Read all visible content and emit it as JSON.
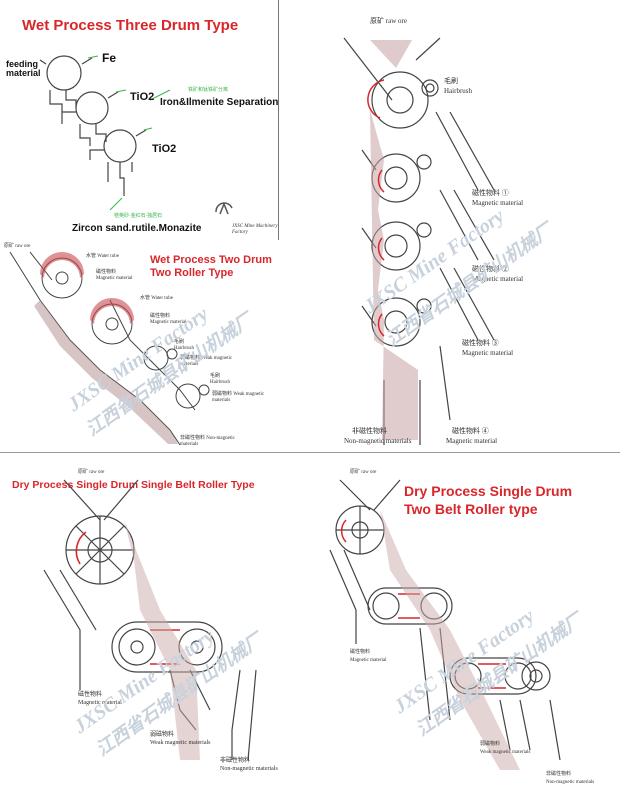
{
  "wet_three": {
    "title": "Wet Process Three Drum Type",
    "feeding": "feeding\nmaterial",
    "fe": "Fe",
    "tio2_a": "TiO2",
    "tio2_b": "TiO2",
    "iron_sep": "Iron&Ilmenite Separation",
    "zircon": "Zircon sand.rutile.Monazite",
    "logo_text": "JXSC Mine Machinery Factory"
  },
  "wet_two": {
    "title_l1": "Wet Process Two Drum",
    "title_l2": "Two Roller Type",
    "raw_ore": "原矿 raw ore",
    "water_tube": "水管 Water tube",
    "magnetic_material": "磁性物料 Magnetic material",
    "hairbrush": "毛刷 Hairbrush",
    "weak_magnetic": "弱磁物料 Weak magnetic materials",
    "non_magnetic": "非磁性物料 Non-magnetic materials"
  },
  "right_top": {
    "raw_ore": "原矿 raw ore",
    "hairbrush_cn": "毛刷",
    "hairbrush_en": "Hairbrush",
    "mag1_cn": "磁性物料 ①",
    "mag1_en": "Magnetic material",
    "mag2_cn": "磁性物料 ②",
    "mag2_en": "Magnetic material",
    "mag3_cn": "磁性物料 ③",
    "mag3_en": "Magnetic material",
    "mag4_cn": "磁性物料 ④",
    "nonmag_cn": "非磁性物料",
    "nonmag_en": "Non-magnetic materials",
    "mag4_en": "Magnetic material"
  },
  "dry_single": {
    "title": "Dry Process Single Drum Single Belt Roller Type",
    "raw_ore": "原矿 raw ore",
    "mag_cn": "磁性物料",
    "mag_en": "Magnetic material",
    "weak_cn": "弱磁物料",
    "weak_en": "Weak magnetic materials",
    "non_cn": "非磁性物料",
    "non_en": "Non-magnetic materials"
  },
  "dry_two": {
    "title_l1": "Dry Process Single Drum",
    "title_l2": "Two Belt Roller type",
    "raw_ore": "原矿 raw ore",
    "mag_cn": "磁性物料",
    "mag_en": "Magnetic material",
    "weak_cn": "弱磁物料",
    "weak_en": "Weak magnetic materials",
    "non_cn": "非磁性物料",
    "non_en": "Non-magnetic materials"
  },
  "watermarks": {
    "wm1": "JXSC Mine Factory",
    "wm2": "江西省石城县矿山机械厂"
  },
  "colors": {
    "red": "#d9262b",
    "green": "#39b54a",
    "line": "#444444"
  }
}
